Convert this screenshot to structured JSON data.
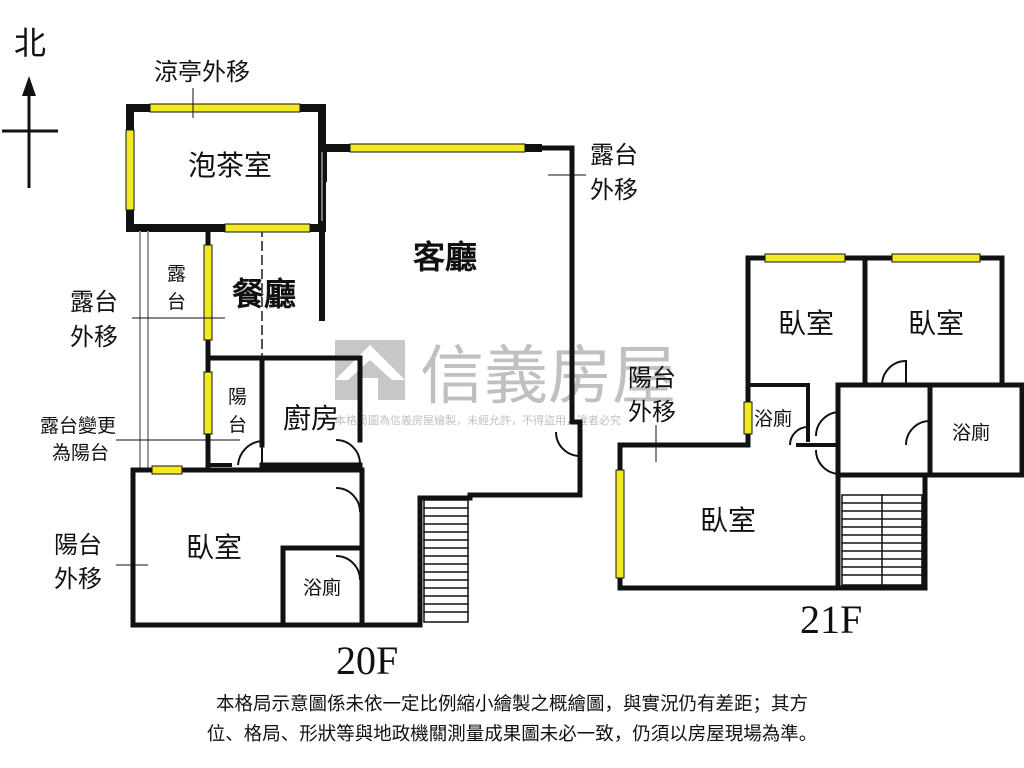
{
  "compass": {
    "north": "北"
  },
  "rooms": {
    "tea_room": "泡茶室",
    "living_room": "客廳",
    "dining_room": "餐廳",
    "kitchen": "廚房",
    "bedroom_20f": "臥室",
    "bath_20f": "浴廁",
    "bedroom_21f_a": "臥室",
    "bedroom_21f_b": "臥室",
    "bedroom_21f_c": "臥室",
    "bath_21f_a": "浴廁",
    "bath_21f_b": "浴廁"
  },
  "annotations": {
    "pavilion_moved": "涼亭外移",
    "terrace_moved_a": [
      "露台",
      "外移"
    ],
    "terrace_moved_b": [
      "露台",
      "外移"
    ],
    "terrace_small": [
      "露",
      "台"
    ],
    "balcony_small": [
      "陽",
      "台"
    ],
    "terrace_changed": [
      "露台變更",
      "為陽台"
    ],
    "balcony_moved_a": [
      "陽台",
      "外移"
    ],
    "balcony_moved_b": [
      "陽台",
      "外移"
    ]
  },
  "floors": {
    "lower": "20F",
    "upper": "21F"
  },
  "watermark": {
    "brand": "信義房屋",
    "notice": "本格局圖為信義房屋繪製，未經允許，不得盜用，違者必究"
  },
  "disclaimer": [
    "本格局示意圖係未依一定比例縮小繪製之概繪圖，與實況仍有差距；其方",
    "位、格局、形狀等與地政機關測量成果圖未必一致，仍須以房屋現場為準。"
  ],
  "colors": {
    "wall": "#111111",
    "window": "#f2ea1e",
    "watermark": "#8d8d8d"
  }
}
